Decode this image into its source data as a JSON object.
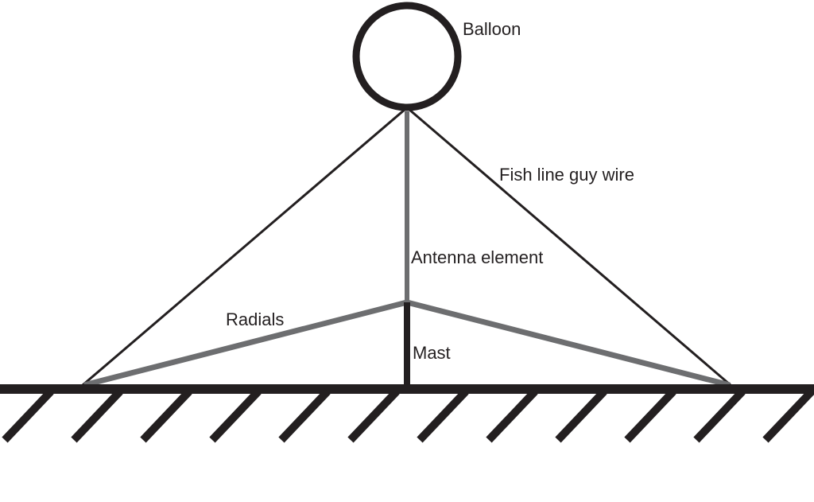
{
  "diagram": {
    "title": "Balloon-supported vertical antenna",
    "labels": {
      "balloon": "Balloon",
      "guy_wire": "Fish line guy wire",
      "antenna_element": "Antenna element",
      "radials": "Radials",
      "mast": "Mast"
    },
    "colors": {
      "black": "#231f20",
      "gray": "#6d6e70"
    },
    "ground_hatch_count": 12
  }
}
